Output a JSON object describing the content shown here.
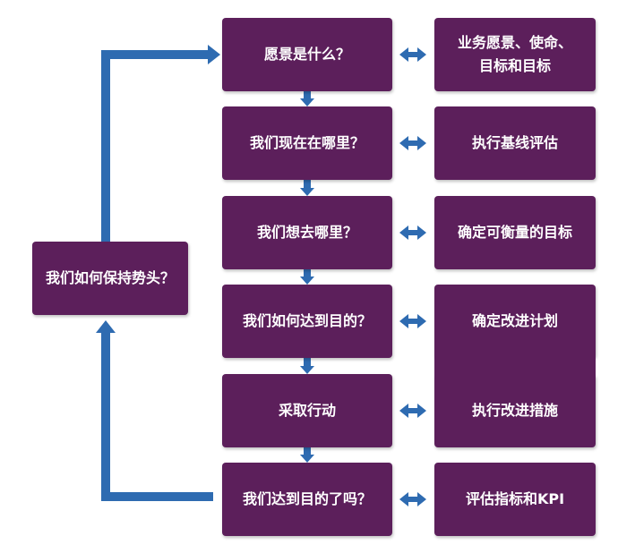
{
  "diagram": {
    "colors": {
      "box": "#5c1f5b",
      "arrow": "#2e6bb1",
      "text": "#ffffff"
    },
    "loop_box": {
      "label": "我们如何保持势头？"
    },
    "steps": [
      {
        "question": "愿景是什么？",
        "action": "业务愿景、使命、\n目标和目标"
      },
      {
        "question": "我们现在在哪里？",
        "action": "执行基线评估"
      },
      {
        "question": "我们想去哪里？",
        "action": "确定可衡量的目标"
      },
      {
        "question": "我们如何达到目的？",
        "action": "确定改进计划"
      },
      {
        "question": "采取行动",
        "action": "执行改进措施"
      },
      {
        "question": "我们达到目的了吗？",
        "action": "评估指标和KPI"
      }
    ]
  }
}
